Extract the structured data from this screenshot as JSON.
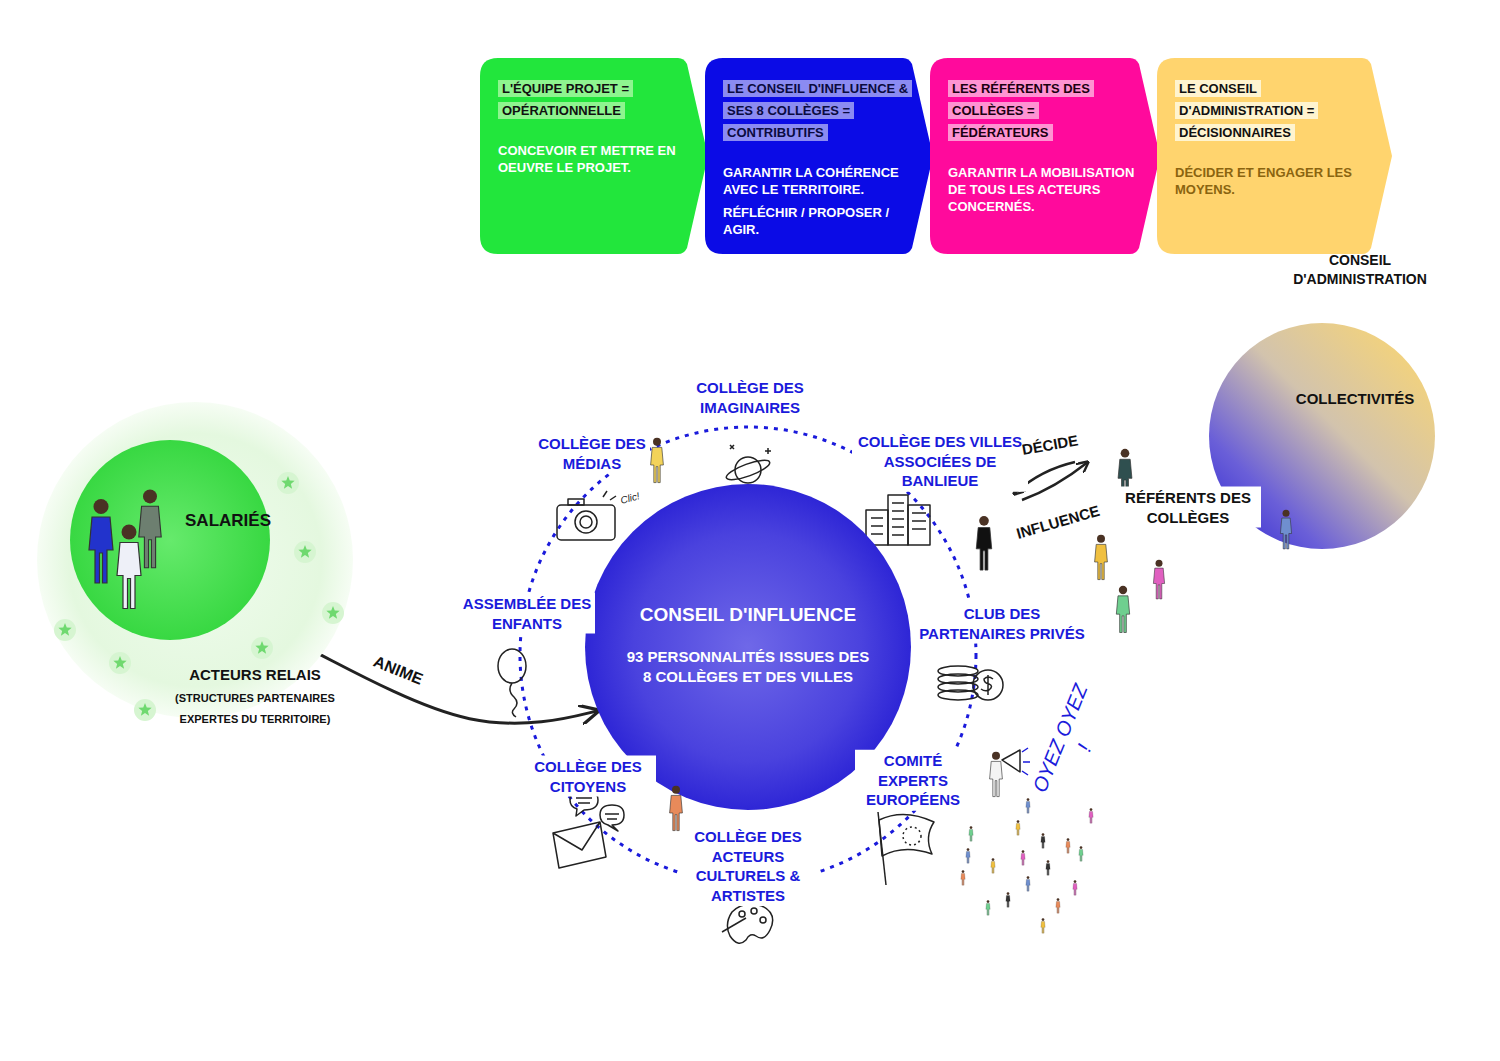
{
  "diagram": {
    "nodes": [
      {
        "text": [
          "L'ÉQUIPE PROJET = OPÉRATIONNELLE",
          "CONCEVOIR ET METTRE EN OEUVRE LE PROJET."
        ]
      },
      {
        "text": [
          "LE CONSEIL D'INFLUENCE & SES 8 COLLÈGES = CONTRIBUTIFS",
          "GARANTIR LA COHÉRENCE AVEC LE TERRITOIRE.",
          "RÉFLÉCHIR / PROPOSER / AGIR."
        ]
      },
      {
        "text": [
          "LES RÉFÉRENTS DES COLLÈGES = FÉDÉRATEURS",
          "GARANTIR LA MOBILISATION DE TOUS LES ACTEURS CONCERNÉS."
        ]
      },
      {
        "text": [
          "LE CONSEIL D'ADMINISTRATION = DÉCISIONNAIRES",
          "DÉCIDER ET ENGAGER LES MOYENS."
        ]
      },
      {
        "text": [
          "ACTEURS RELAIS",
          "(STRUCTURES PARTENAIRES EXPERTES DU TERRITOIRE)"
        ]
      },
      {
        "text": [
          "SALARIÉS"
        ],
        "in": 4
      },
      {
        "text": [
          "CONSEIL D'INFLUENCE",
          "93 PERSONNALITÉS ISSUES DES 8 COLLÈGES ET DES VILLES"
        ]
      },
      {
        "text": [
          "CONSEIL D'ADMINISTRATION",
          "COLLECTIVITÉS"
        ]
      }
    ],
    "edges": [
      {
        "from": 4,
        "to": 6,
        "arrow": "to",
        "label": "ANIME"
      }
    ],
    "labels": [
      "COLLÈGE DES IMAGINAIRES",
      "COLLÈGE DES MÉDIAS",
      "COLLÈGE DES VILLES ASSOCIÉES DE BANLIEUE",
      "ASSEMBLÉE DES ENFANTS",
      "CLUB DES PARTENAIRES PRIVÉS",
      "COLLÈGE DES CITOYENS",
      "COMITÉ EXPERTS EUROPÉENS",
      "COLLÈGE DES ACTEURS CULTURELS & ARTISTES",
      "DÉCIDE",
      "INFLUENCE",
      "RÉFÉRENTS DES COLLÈGES",
      "OYEZ OYEZ !",
      "Clic!"
    ]
  }
}
